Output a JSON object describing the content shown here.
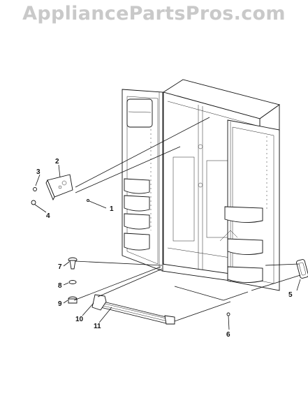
{
  "watermark": "AppliancePartsPros.com",
  "callouts": [
    {
      "id": "1",
      "label": "1"
    },
    {
      "id": "2",
      "label": "2"
    },
    {
      "id": "3",
      "label": "3"
    },
    {
      "id": "4",
      "label": "4"
    },
    {
      "id": "5",
      "label": "5"
    },
    {
      "id": "6",
      "label": "6"
    },
    {
      "id": "7",
      "label": "7"
    },
    {
      "id": "8",
      "label": "8"
    },
    {
      "id": "9",
      "label": "9"
    },
    {
      "id": "10",
      "label": "10"
    },
    {
      "id": "11",
      "label": "11"
    }
  ]
}
